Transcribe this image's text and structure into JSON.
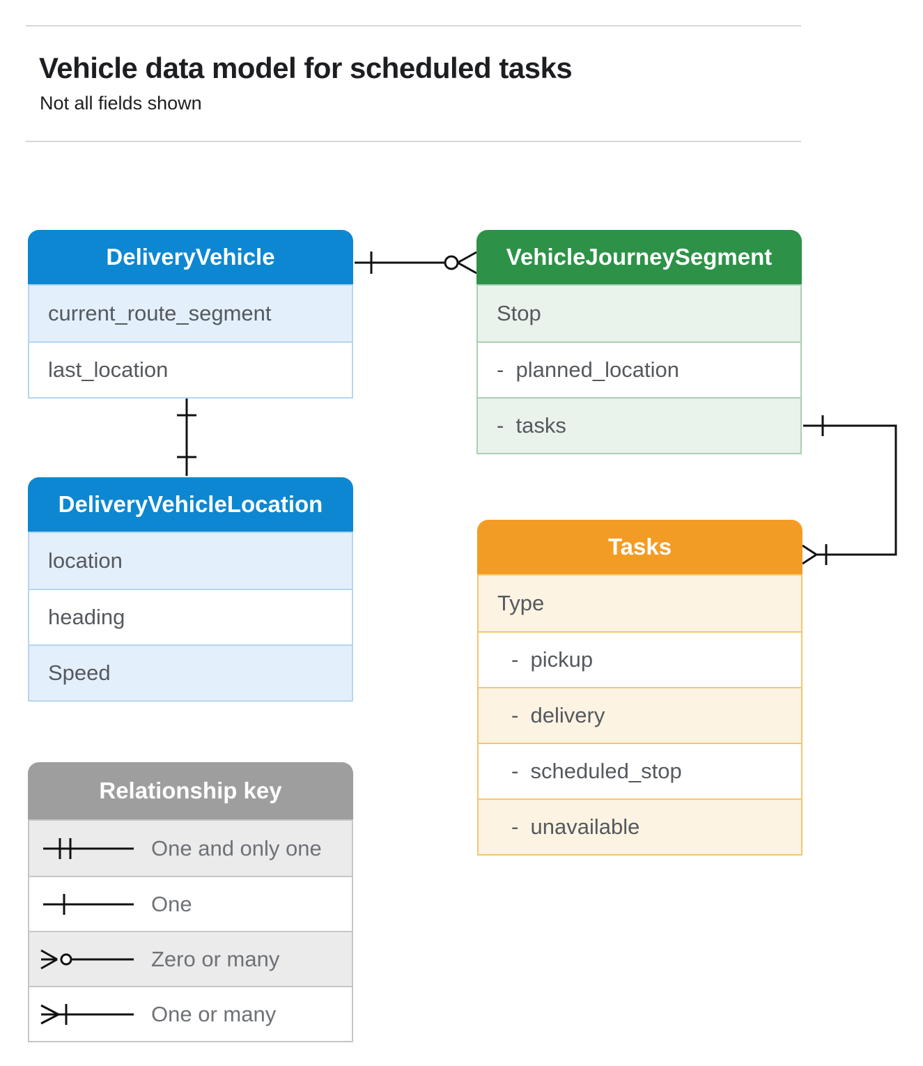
{
  "page": {
    "title": "Vehicle data model for scheduled tasks",
    "subtitle": "Not all fields shown"
  },
  "entities": [
    {
      "name": "DeliveryVehicle",
      "theme": "blue",
      "fields": [
        {
          "label": "current_route_segment",
          "sub": false
        },
        {
          "label": "last_location",
          "sub": false
        }
      ]
    },
    {
      "name": "VehicleJourneySegment",
      "theme": "green",
      "fields": [
        {
          "label": "Stop",
          "sub": false
        },
        {
          "label": "-  planned_location",
          "sub": false
        },
        {
          "label": "-  tasks",
          "sub": false
        }
      ]
    },
    {
      "name": "DeliveryVehicleLocation",
      "theme": "blue",
      "fields": [
        {
          "label": "location",
          "sub": false
        },
        {
          "label": "heading",
          "sub": false
        },
        {
          "label": "Speed",
          "sub": false
        }
      ]
    },
    {
      "name": "Tasks",
      "theme": "orange",
      "fields": [
        {
          "label": "Type",
          "sub": false
        },
        {
          "label": "-  pickup",
          "sub": true
        },
        {
          "label": "-  delivery",
          "sub": true
        },
        {
          "label": "-  scheduled_stop",
          "sub": true
        },
        {
          "label": "-  unavailable",
          "sub": true
        }
      ]
    }
  ],
  "relationships": [
    {
      "from": "DeliveryVehicle",
      "to": "VehicleJourneySegment",
      "from_cardinality": "one",
      "to_cardinality": "zero-or-many"
    },
    {
      "from": "DeliveryVehicle",
      "to": "DeliveryVehicleLocation",
      "from_cardinality": "one",
      "to_cardinality": "one"
    },
    {
      "from": "VehicleJourneySegment.tasks",
      "to": "Tasks",
      "from_cardinality": "one",
      "to_cardinality": "one-or-many"
    }
  ],
  "legend": {
    "title": "Relationship key",
    "items": [
      {
        "symbol": "one-and-only-one",
        "label": "One and only one"
      },
      {
        "symbol": "one",
        "label": "One"
      },
      {
        "symbol": "zero-or-many",
        "label": "Zero or many"
      },
      {
        "symbol": "one-or-many",
        "label": "One or many"
      }
    ]
  },
  "colors": {
    "blue_header": "#0d87d1",
    "blue_tint": "#e3effb",
    "green_header": "#2d9248",
    "green_tint": "#e9f2eb",
    "orange_header": "#f39c25",
    "orange_tint": "#fdf3e2",
    "gray_header": "#9e9e9e",
    "gray_tint": "#ebebeb",
    "row_text": "#55595e",
    "connector_line": "#111111"
  }
}
